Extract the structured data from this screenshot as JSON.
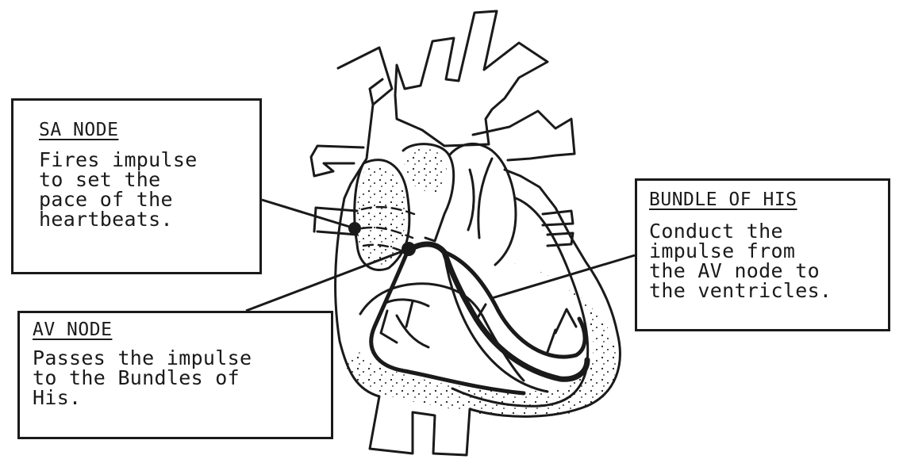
{
  "diagram": {
    "sa_node": {
      "title": "SA NODE",
      "text": "Fires impulse\nto set the\npace of the\nheartbeats."
    },
    "av_node": {
      "title": "AV NODE",
      "text": "Passes the impulse\nto the Bundles of\nHis."
    },
    "bundle_of_his": {
      "title": "BUNDLE OF HIS",
      "text": "Conduct the\nimpulse from\nthe AV node to\nthe ventricles."
    }
  },
  "colors": {
    "ink": "#1a1a1a",
    "background": "#ffffff"
  }
}
